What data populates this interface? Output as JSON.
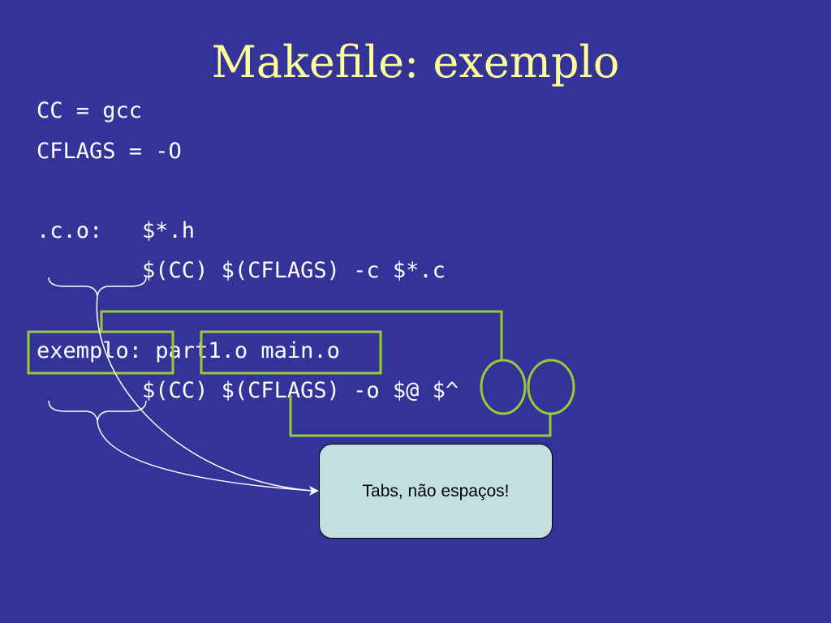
{
  "slide": {
    "title": "Makefile: exemplo",
    "code_lines": [
      "CC = gcc",
      "CFLAGS = -O",
      ".c.o:   $*.h",
      "        $(CC) $(CFLAGS) -c $*.c",
      "exemplo: part1.o main.o",
      "        $(CC) $(CFLAGS) -o $@ $^"
    ],
    "callout": "Tabs, não espaços!"
  },
  "colors": {
    "background": "#333399",
    "title": "#ffff99",
    "code_text": "#ffffff",
    "highlight": "#99cc33",
    "callout_fill": "#c2e0e0"
  }
}
